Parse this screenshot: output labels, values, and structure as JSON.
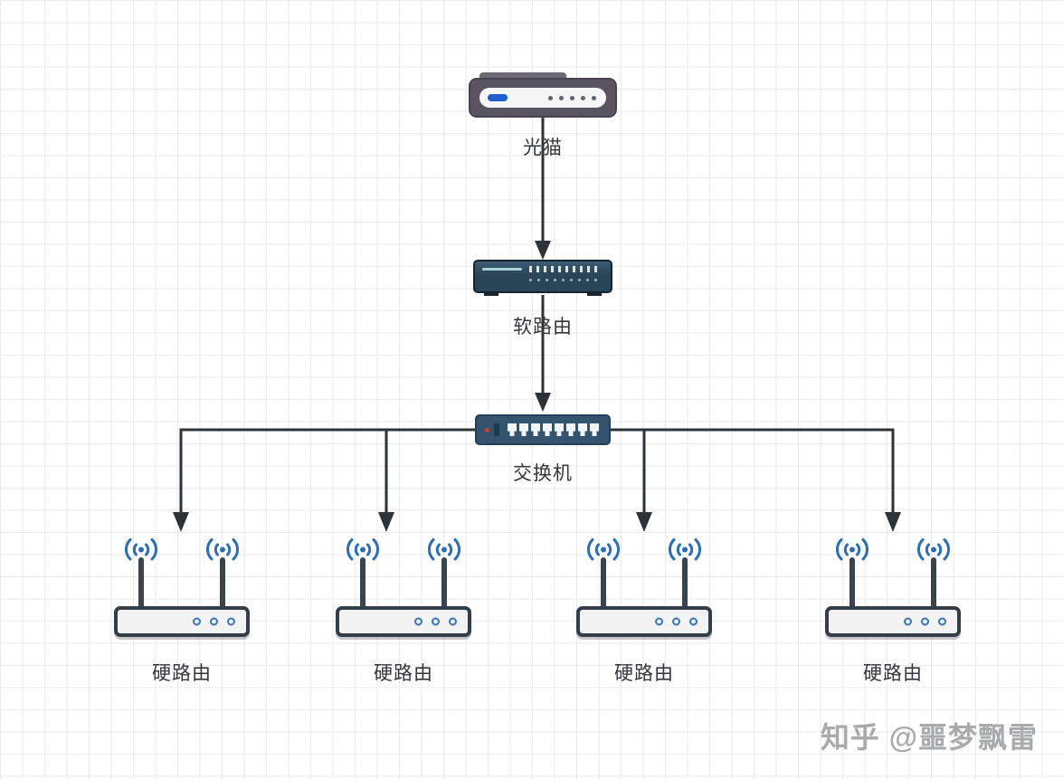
{
  "diagram": {
    "type": "network-topology",
    "nodes": {
      "modem": {
        "label": "光猫"
      },
      "soft_router": {
        "label": "软路由"
      },
      "switch": {
        "label": "交换机"
      },
      "routers": [
        {
          "label": "硬路由"
        },
        {
          "label": "硬路由"
        },
        {
          "label": "硬路由"
        },
        {
          "label": "硬路由"
        }
      ]
    },
    "edges": [
      {
        "from": "光猫",
        "to": "软路由"
      },
      {
        "from": "软路由",
        "to": "交换机"
      },
      {
        "from": "交换机",
        "to": "硬路由 1"
      },
      {
        "from": "交换机",
        "to": "硬路由 2"
      },
      {
        "from": "交换机",
        "to": "硬路由 3"
      },
      {
        "from": "交换机",
        "to": "硬路由 4"
      }
    ],
    "watermark": "知乎 @噩梦飘雷",
    "colors": {
      "arrow": "#2e3338",
      "wifi": "#2a6db8",
      "modem_body": "#5a5460",
      "soft_router_body": "#2a4458",
      "switch_body": "#33536e",
      "router_border": "#333e48",
      "label_text": "#33373d",
      "watermark_text": "#a0a4a8",
      "grid_line": "#e8eaec"
    }
  }
}
